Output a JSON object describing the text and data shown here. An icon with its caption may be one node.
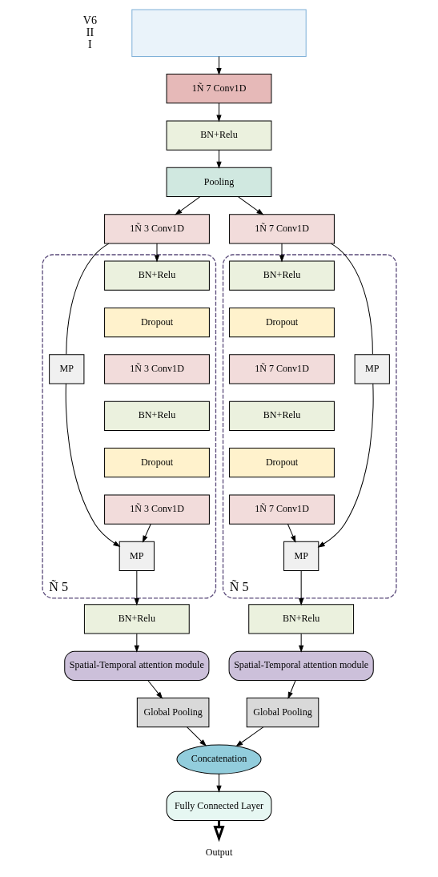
{
  "diagram": {
    "nodes": [
      {
        "text": [],
        "shape": "box",
        "beside": [
          "V6",
          "II",
          "I"
        ]
      },
      {
        "text": [
          "1Ñ 7 Conv1D"
        ]
      },
      {
        "text": [
          "BN+Relu"
        ]
      },
      {
        "text": [
          "Pooling"
        ]
      },
      {
        "text": [
          "1Ñ 3 Conv1D"
        ]
      },
      {
        "text": [
          "1Ñ 7 Conv1D"
        ]
      },
      {
        "text": [
          "Ñ 5"
        ]
      },
      {
        "text": [
          "BN+Relu"
        ],
        "in": 6
      },
      {
        "text": [
          "Dropout"
        ],
        "in": 6
      },
      {
        "text": [
          "1Ñ 3 Conv1D"
        ],
        "in": 6
      },
      {
        "text": [
          "BN+Relu"
        ],
        "in": 6
      },
      {
        "text": [
          "Dropout"
        ],
        "in": 6
      },
      {
        "text": [
          "1Ñ 3 Conv1D"
        ],
        "in": 6
      },
      {
        "text": [
          "MP"
        ],
        "in": 6
      },
      {
        "text": [
          "MP"
        ],
        "in": 6
      },
      {
        "text": [
          "Ñ 5"
        ]
      },
      {
        "text": [
          "BN+Relu"
        ],
        "in": 15
      },
      {
        "text": [
          "Dropout"
        ],
        "in": 15
      },
      {
        "text": [
          "1Ñ 7 Conv1D"
        ],
        "in": 15
      },
      {
        "text": [
          "BN+Relu"
        ],
        "in": 15
      },
      {
        "text": [
          "Dropout"
        ],
        "in": 15
      },
      {
        "text": [
          "1Ñ 7 Conv1D"
        ],
        "in": 15
      },
      {
        "text": [
          "MP"
        ],
        "in": 15
      },
      {
        "text": [
          "MP"
        ],
        "in": 15
      },
      {
        "text": [
          "BN+Relu"
        ]
      },
      {
        "text": [
          "BN+Relu"
        ]
      },
      {
        "text": [
          "Spatial-Temporal attention module"
        ]
      },
      {
        "text": [
          "Spatial-Temporal attention module"
        ]
      },
      {
        "text": [
          "Global Pooling"
        ]
      },
      {
        "text": [
          "Global Pooling"
        ]
      },
      {
        "text": [
          "Concatenation"
        ]
      },
      {
        "text": [
          "Fully Connected Layer"
        ]
      },
      {
        "text": [
          "Output"
        ]
      }
    ],
    "edges": [
      {
        "from": 0,
        "to": 1,
        "arrow": "to"
      },
      {
        "from": 1,
        "to": 2,
        "arrow": "to"
      },
      {
        "from": 2,
        "to": 3,
        "arrow": "to"
      },
      {
        "from": 3,
        "to": 4,
        "arrow": "to"
      },
      {
        "from": 3,
        "to": 5,
        "arrow": "to"
      },
      {
        "from": 4,
        "to": 7,
        "arrow": "to"
      },
      {
        "from": 4,
        "to": 13,
        "arrow": "none"
      },
      {
        "from": 13,
        "to": 14,
        "arrow": "to"
      },
      {
        "from": 12,
        "to": 14,
        "arrow": "to"
      },
      {
        "from": 5,
        "to": 16,
        "arrow": "to"
      },
      {
        "from": 5,
        "to": 22,
        "arrow": "none"
      },
      {
        "from": 22,
        "to": 23,
        "arrow": "to"
      },
      {
        "from": 21,
        "to": 23,
        "arrow": "to"
      },
      {
        "from": 14,
        "to": 24,
        "arrow": "to"
      },
      {
        "from": 23,
        "to": 25,
        "arrow": "to"
      },
      {
        "from": 24,
        "to": 26,
        "arrow": "to"
      },
      {
        "from": 25,
        "to": 27,
        "arrow": "to"
      },
      {
        "from": 26,
        "to": 28,
        "arrow": "to"
      },
      {
        "from": 27,
        "to": 29,
        "arrow": "to"
      },
      {
        "from": 28,
        "to": 30,
        "arrow": "to"
      },
      {
        "from": 29,
        "to": 30,
        "arrow": "to"
      },
      {
        "from": 30,
        "to": 31,
        "arrow": "to"
      },
      {
        "from": 31,
        "to": 32,
        "arrow": "to",
        "style": "thick"
      }
    ]
  }
}
